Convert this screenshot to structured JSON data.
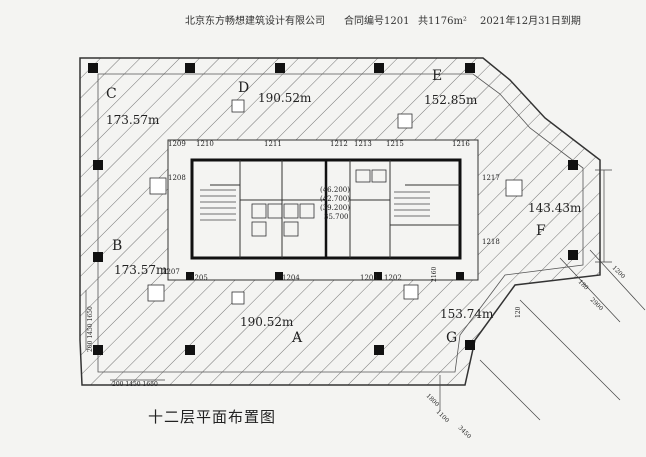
{
  "header": {
    "company": "北京东方畅想建筑设计有限公司",
    "contract": "合同编号1201",
    "total": "共1176m²",
    "expiry": "2021年12月31日到期"
  },
  "caption": "十二层平面布置图",
  "zones": {
    "C": "C",
    "D": "D",
    "E": "E",
    "F": "F",
    "B": "B",
    "A": "A",
    "G": "G"
  },
  "areas": {
    "c": "173.57m",
    "d": "190.52m",
    "e": "152.85m",
    "f": "143.43m",
    "b": "173.57m",
    "a": "190.52m",
    "g": "153.74m"
  },
  "rooms": {
    "r1209": "1209",
    "r1210": "1210",
    "r1211": "1211",
    "r1212": "1212",
    "r1213": "1213",
    "r1215": "1215",
    "r1216": "1216",
    "r1217": "1217",
    "r1218": "1218",
    "r1208": "1208",
    "r1207": "1207",
    "r1205": "1205",
    "r1204": "1204",
    "r1203": "1203",
    "r1202": "1202"
  },
  "elevations": [
    "(46.200)",
    "(42.700)",
    "(39.200)",
    "35.700"
  ],
  "dims": {
    "d2160": "2160",
    "d1200": "1200",
    "d2900": "2900",
    "d180": "180",
    "d120": "120",
    "d1800": "1800",
    "d1100": "1100",
    "d3450": "3450",
    "bottom": "200 1450 1650",
    "left": "200 1450 1650"
  }
}
